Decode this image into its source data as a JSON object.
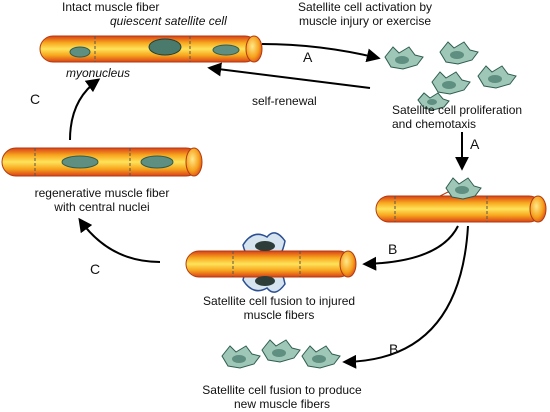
{
  "labels": {
    "intact_fiber": "Intact muscle fiber",
    "quiescent_cell": "quiescent satellite cell",
    "myonucleus": "myonucleus",
    "activation": "Satellite cell activation by\nmuscle injury or exercise",
    "self_renewal": "self-renewal",
    "proliferation": "Satellite cell proliferation\nand chemotaxis",
    "regenerative_fiber": "regenerative muscle fiber\nwith central nuclei",
    "fusion_injured": "Satellite cell fusion to injured\nmuscle fibers",
    "fusion_new": "Satellite cell fusion to produce\nnew muscle fibers"
  },
  "arrow_letters": {
    "top_activation": "A",
    "right_down": "A",
    "left_up": "C",
    "middle_regen": "C",
    "to_injured": "B",
    "to_new": "B"
  },
  "colors": {
    "fiber_outer": "#e64a1a",
    "fiber_mid": "#f7a41c",
    "fiber_inner": "#ffe35a",
    "cell_fill": "#9fc7b8",
    "cell_stroke": "#2f5d50",
    "nucleus_fill": "#5e8f80",
    "arrow": "#000000"
  }
}
